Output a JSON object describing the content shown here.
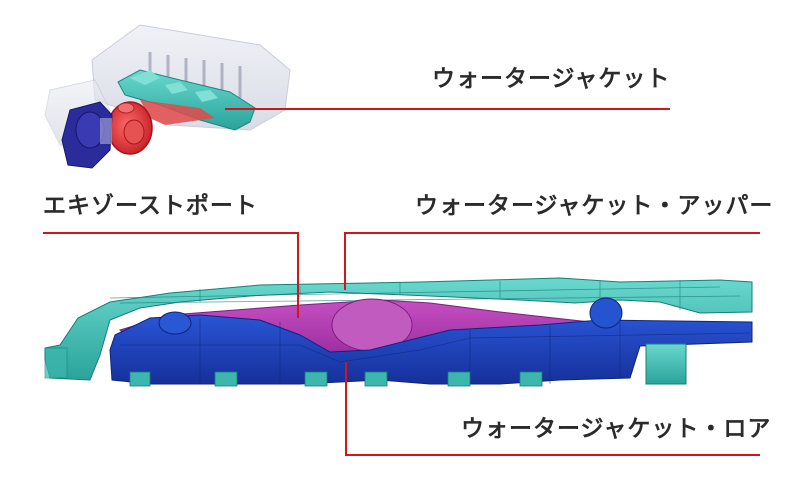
{
  "diagram": {
    "labels": {
      "water_jacket": "ウォータージャケット",
      "exhaust_port": "エキゾーストポート",
      "water_jacket_upper": "ウォータージャケット・アッパー",
      "water_jacket_lower": "ウォータージャケット・ロア"
    },
    "colors": {
      "leader_line": "#d0161b",
      "teal_jacket": "#3fbfb4",
      "teal_dark": "#1f8f8a",
      "blue_lower": "#1c3fb8",
      "blue_dark": "#142c8a",
      "magenta_port": "#b03ab0",
      "red_turbine": "#e03a3a",
      "navy_compressor": "#2a2a9a",
      "ghost_block": "#d9dbe6",
      "text": "#2b2b2b"
    },
    "components": [
      "engine-block-overview",
      "turbocharger-turbine",
      "turbocharger-compressor",
      "water-jacket",
      "exhaust-port",
      "water-jacket-upper",
      "water-jacket-lower"
    ]
  }
}
